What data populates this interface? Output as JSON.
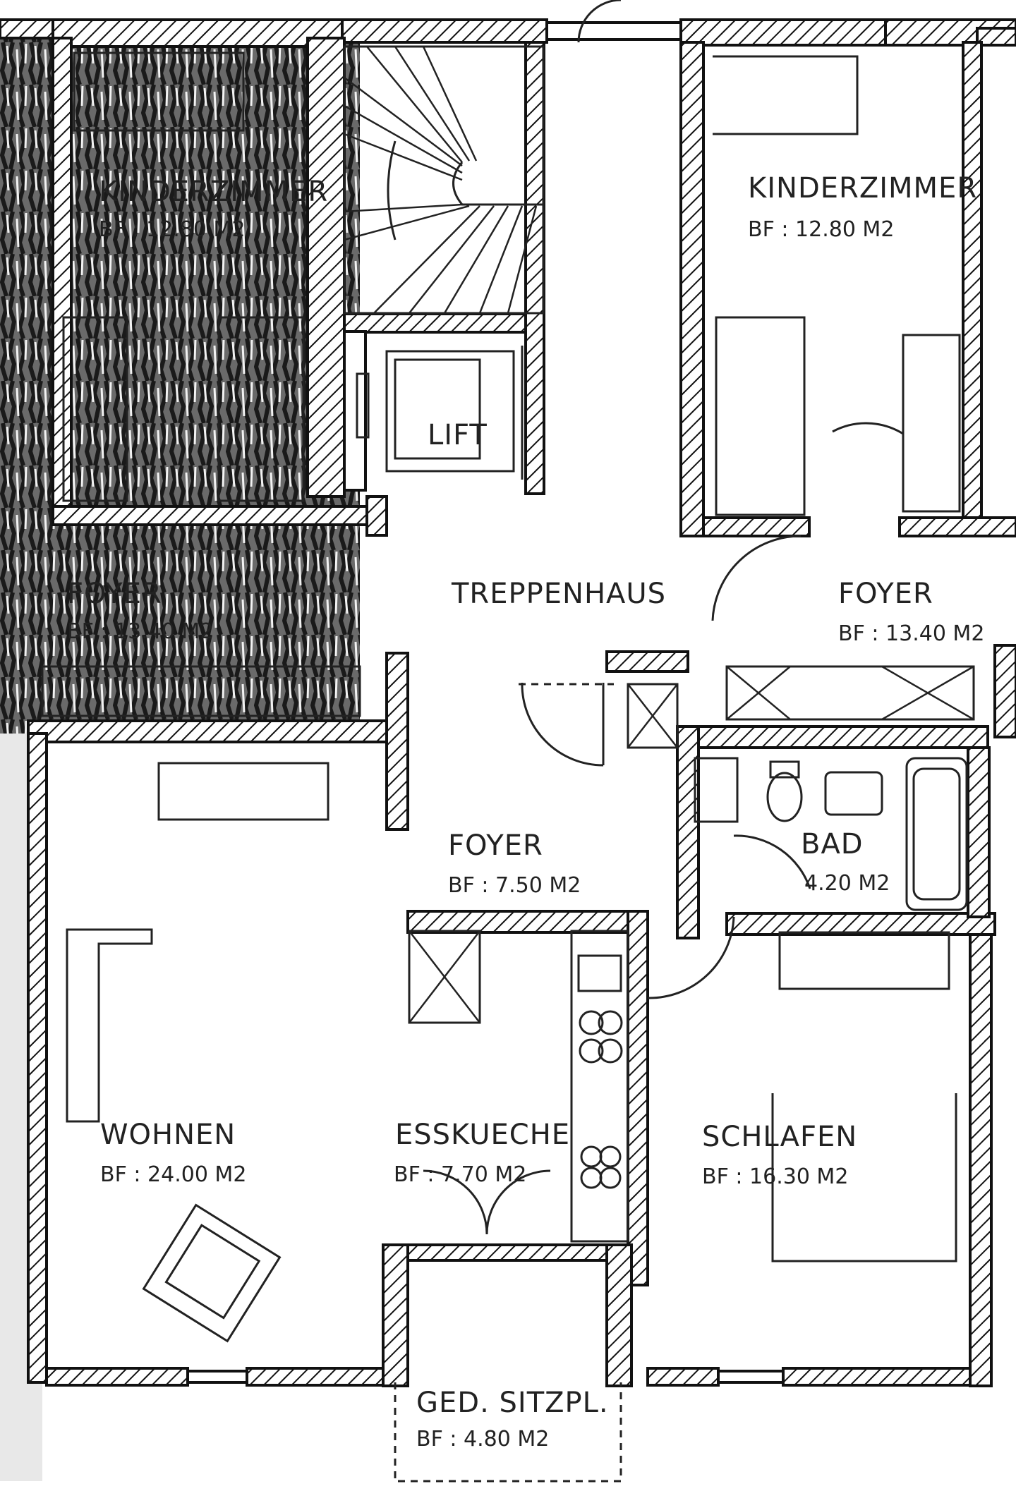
{
  "rooms": {
    "kinderzimmer_left": {
      "name": "KINDERZIMMER",
      "area": "BF : 12.80 M2"
    },
    "kinderzimmer_right": {
      "name": "KINDERZIMMER",
      "area": "BF : 12.80 M2"
    },
    "lift": {
      "name": "LIFT"
    },
    "treppenhaus": {
      "name": "TREPPENHAUS"
    },
    "foyer_left": {
      "name": "FOYER",
      "area": "BF : 13.40 M2"
    },
    "foyer_right": {
      "name": "FOYER",
      "area": "BF : 13.40 M2"
    },
    "foyer_center": {
      "name": "FOYER",
      "area": "BF : 7.50 M2"
    },
    "bad": {
      "name": "BAD",
      "area": "4.20 M2"
    },
    "wohnen": {
      "name": "WOHNEN",
      "area": "BF : 24.00 M2"
    },
    "esskueche": {
      "name": "ESSKUECHE",
      "area": "BF : 7.70 M2"
    },
    "schlafen": {
      "name": "SCHLAFEN",
      "area": "BF : 16.30 M2"
    },
    "sitzplatz": {
      "name": "GED. SITZPL.",
      "area": "BF : 4.80 M2"
    }
  },
  "colors": {
    "ink": "#111111",
    "shade": "#3a3a3a",
    "paper": "#ffffff"
  }
}
